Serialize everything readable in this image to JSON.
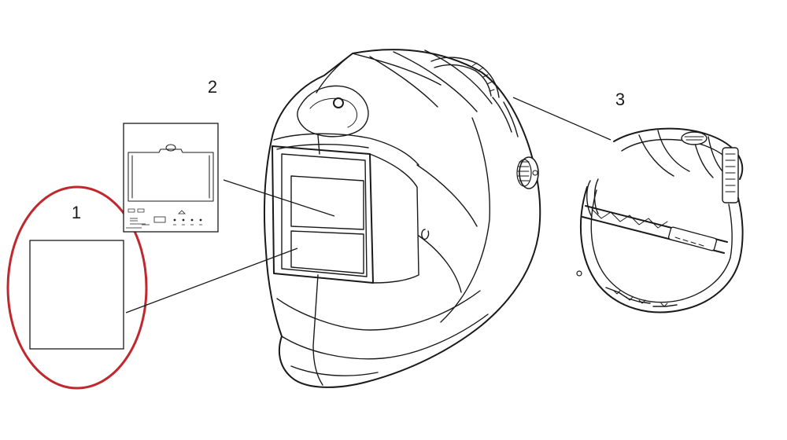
{
  "callouts": {
    "part_1": "1",
    "part_2": "2",
    "part_3": "3"
  },
  "highlight_color": "#c0282d",
  "line_color": "#1a1a1a"
}
